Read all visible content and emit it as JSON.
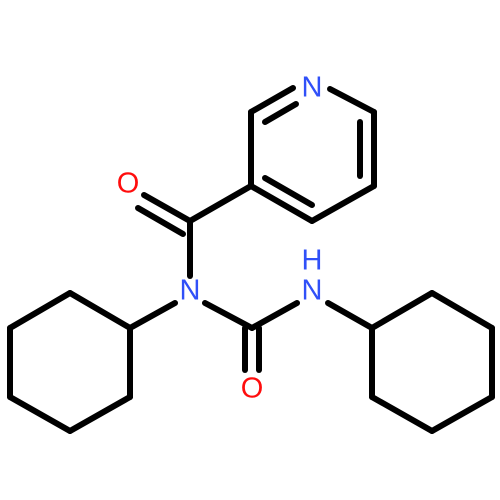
{
  "atoms": {
    "pyridine_n": {
      "symbol": "N",
      "element": "nitrogen"
    },
    "ketone_o": {
      "symbol": "O",
      "element": "oxygen"
    },
    "amide_n": {
      "symbol": "N",
      "element": "nitrogen"
    },
    "amine_nh": {
      "symbol": "H",
      "element": "hydrogen"
    },
    "amine_n": {
      "symbol": "N",
      "element": "nitrogen"
    },
    "urea_o": {
      "symbol": "O",
      "element": "oxygen"
    }
  },
  "colors": {
    "nitrogen": "#3050F8",
    "oxygen": "#FF0D0D",
    "bond": "#000000",
    "background": "#FFFFFF"
  }
}
